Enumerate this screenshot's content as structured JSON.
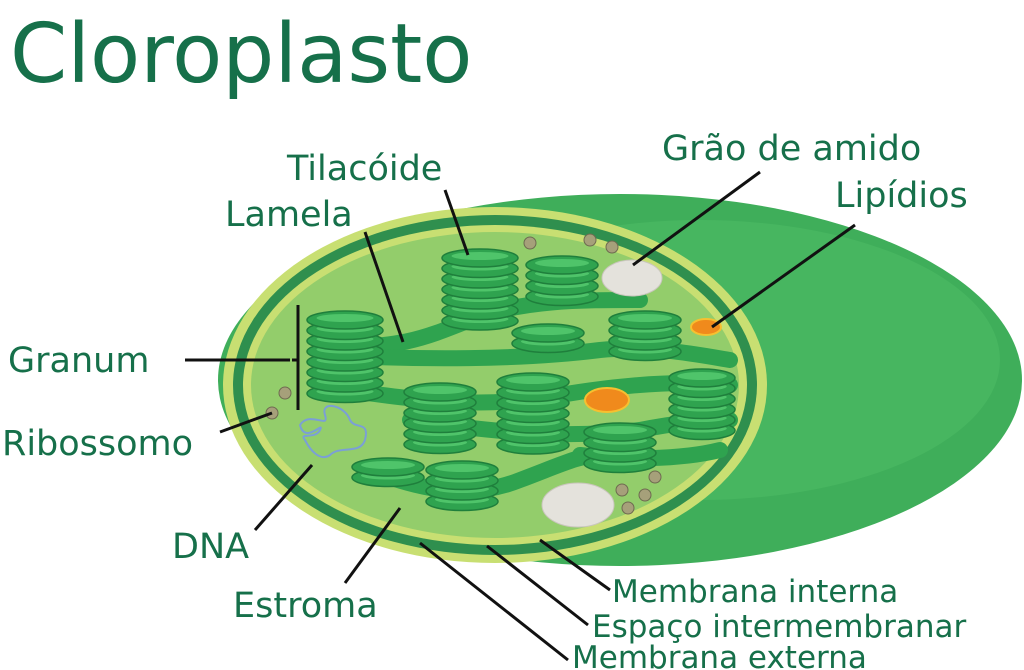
{
  "title": "Cloroplasto",
  "labels": {
    "tilacoide": "Tilacóide",
    "lamela": "Lamela",
    "grao_de_amido": "Grão de amido",
    "lipidios": "Lipídios",
    "granum": "Granum",
    "ribossomo": "Ribossomo",
    "dna": "DNA",
    "estroma": "Estroma",
    "membrana_interna": "Membrana interna",
    "espaco_intermembranar": "Espaço intermembranar",
    "membrana_externa": "Membrana externa"
  },
  "colors": {
    "text": "#16704a",
    "outer_body": "#3fae5a",
    "membrane_light": "#c8df72",
    "intermembrane": "#2f8f4e",
    "stroma": "#93cd6b",
    "thylakoid": "#2fa34f",
    "starch": "#e4e2dc",
    "lipid": "#f08a1c"
  }
}
